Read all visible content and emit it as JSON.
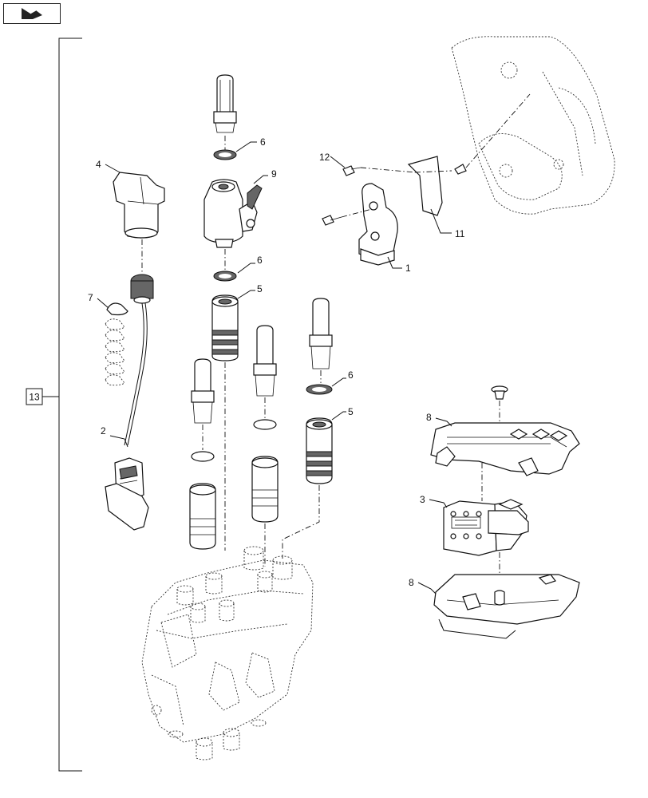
{
  "nav_button": {
    "icon": "arrow-icon"
  },
  "assembly_label": "13",
  "callouts": {
    "c1": "1",
    "c2": "2",
    "c3": "3",
    "c4": "4",
    "c5a": "5",
    "c5b": "5",
    "c6a": "6",
    "c6b": "6",
    "c6c": "6",
    "c7": "7",
    "c8a": "8",
    "c8b": "8",
    "c9": "9",
    "c11": "11",
    "c12": "12"
  }
}
